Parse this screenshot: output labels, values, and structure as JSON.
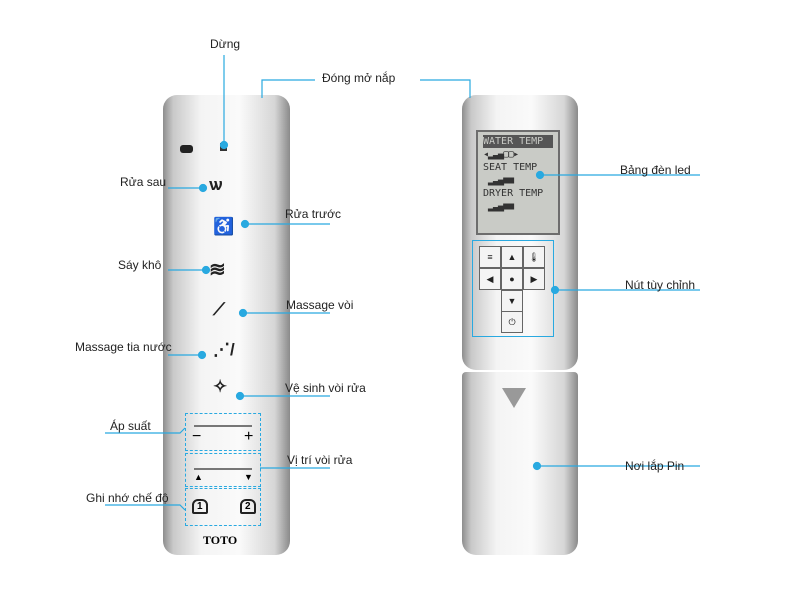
{
  "accent": "#29a9e0",
  "labels": {
    "stop": "Dừng",
    "lid": "Đóng mở nắp",
    "rear_wash": "Rửa sau",
    "front_wash": "Rửa trước",
    "dry": "Sáy khô",
    "nozzle_massage": "Massage vòi",
    "jet_massage": "Massage tia nước",
    "nozzle_clean": "Vệ sinh vòi rửa",
    "pressure": "Áp suất",
    "nozzle_position": "Vị trí vòi rửa",
    "memory": "Ghi nhớ chế độ",
    "led_panel": "Bảng đèn led",
    "custom_buttons": "Nút tùy chỉnh",
    "battery": "Nơi lắp Pin"
  },
  "remote_left": {
    "brand": "TOTO",
    "minus": "−",
    "plus": "+",
    "up": "▲",
    "down": "▼",
    "mem1": "1",
    "mem2": "2"
  },
  "lcd": {
    "line1": "WATER TEMP",
    "line2": "SEAT TEMP",
    "line3": "DRYER TEMP"
  },
  "keys": {
    "menu": "≡",
    "up": "▲",
    "temp": "🌡",
    "left": "◀",
    "center": "●",
    "right": "▶",
    "down": "▼",
    "power": "⏻"
  }
}
